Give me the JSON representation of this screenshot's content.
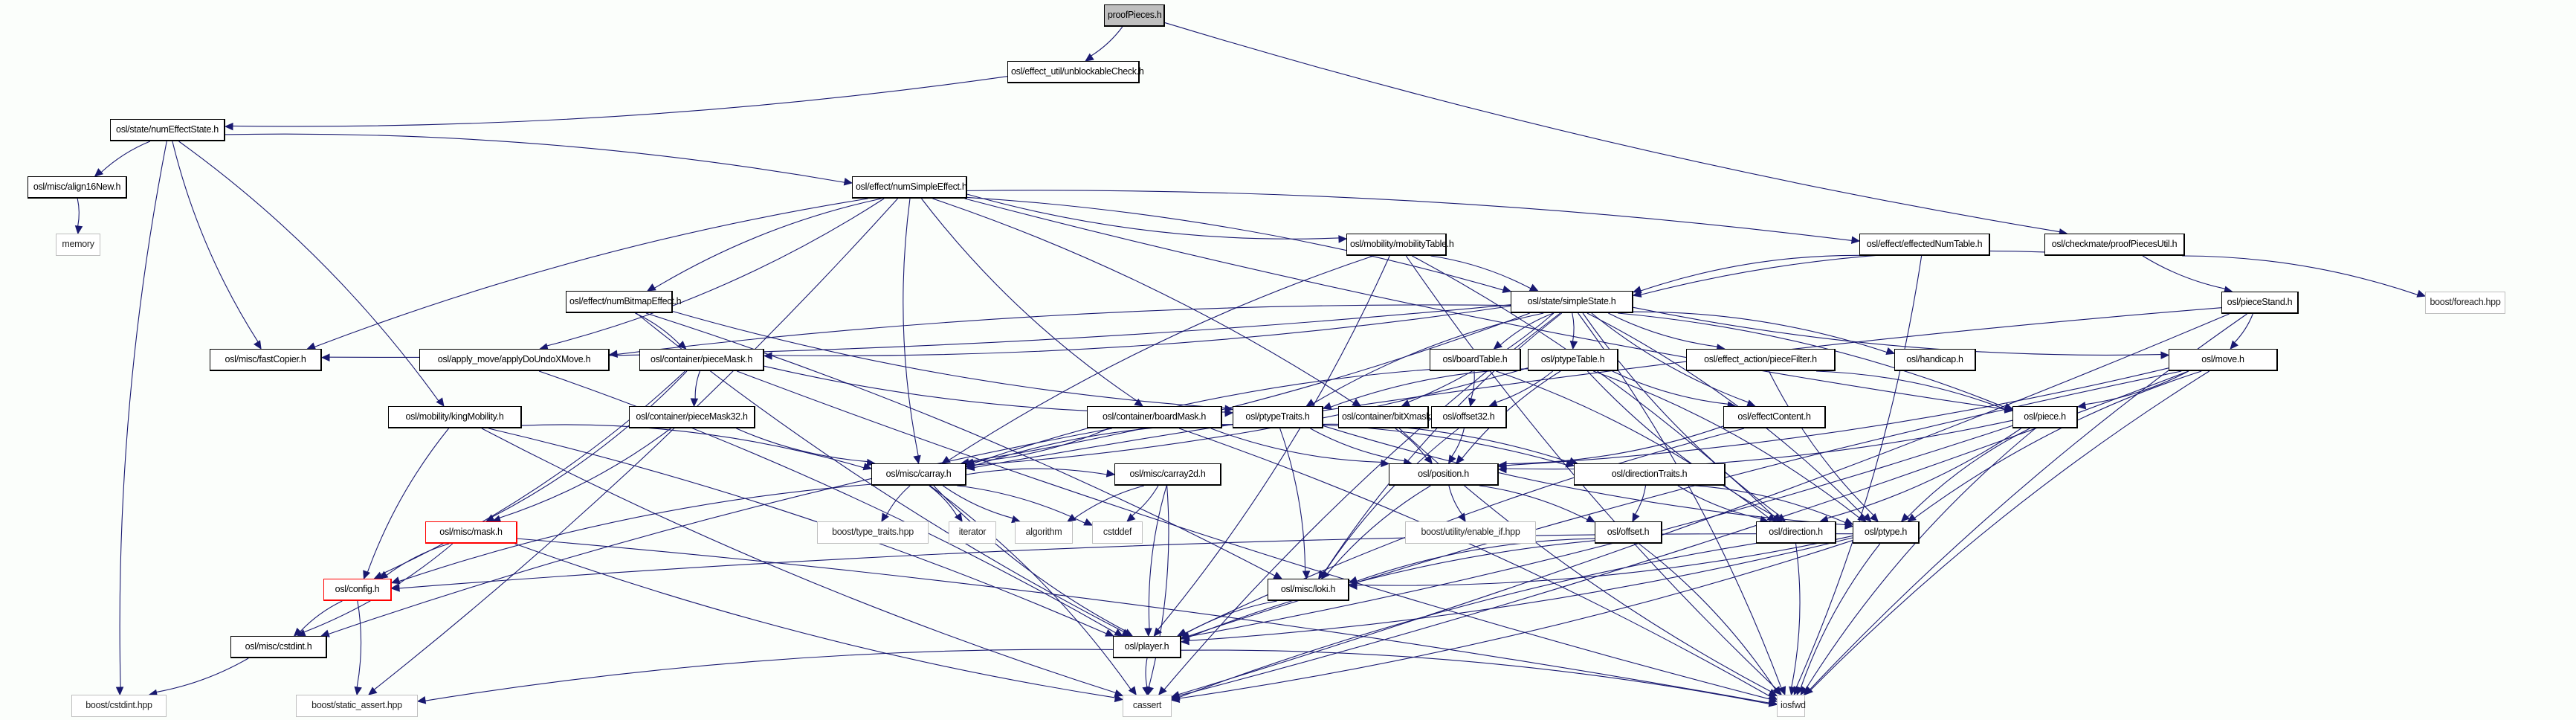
{
  "title": "proofPieces.h include dependency graph",
  "colors": {
    "edge": "#191970",
    "background": "#fbfefb",
    "root_fill": "#bfbfbf",
    "truncated_border": "#ff0000",
    "external_border": "#bfbfbf"
  },
  "nodes": [
    {
      "id": "proofPieces",
      "label": "proofPieces.h",
      "kind": "root"
    },
    {
      "id": "unblockableCheck",
      "label": "osl/effect_util/unblockableCheck.h",
      "kind": "file"
    },
    {
      "id": "numEffectState",
      "label": "osl/state/numEffectState.h",
      "kind": "file"
    },
    {
      "id": "align16New",
      "label": "osl/misc/align16New.h",
      "kind": "file"
    },
    {
      "id": "memory",
      "label": "memory",
      "kind": "external"
    },
    {
      "id": "numSimpleEffect",
      "label": "osl/effect/numSimpleEffect.h",
      "kind": "file"
    },
    {
      "id": "mobilityTable",
      "label": "osl/mobility/mobilityTable.h",
      "kind": "file"
    },
    {
      "id": "effectedNumTable",
      "label": "osl/effect/effectedNumTable.h",
      "kind": "file"
    },
    {
      "id": "proofPiecesUtil",
      "label": "osl/checkmate/proofPiecesUtil.h",
      "kind": "file"
    },
    {
      "id": "foreach",
      "label": "boost/foreach.hpp",
      "kind": "external"
    },
    {
      "id": "numBitmapEffect",
      "label": "osl/effect/numBitmapEffect.h",
      "kind": "file"
    },
    {
      "id": "simpleState",
      "label": "osl/state/simpleState.h",
      "kind": "file"
    },
    {
      "id": "pieceStand",
      "label": "osl/pieceStand.h",
      "kind": "file"
    },
    {
      "id": "fastCopier",
      "label": "osl/misc/fastCopier.h",
      "kind": "file"
    },
    {
      "id": "applyDoUndoXMove",
      "label": "osl/apply_move/applyDoUndoXMove.h",
      "kind": "file"
    },
    {
      "id": "pieceMask",
      "label": "osl/container/pieceMask.h",
      "kind": "file"
    },
    {
      "id": "boardTable",
      "label": "osl/boardTable.h",
      "kind": "file"
    },
    {
      "id": "ptypeTable",
      "label": "osl/ptypeTable.h",
      "kind": "file"
    },
    {
      "id": "pieceFilter",
      "label": "osl/effect_action/pieceFilter.h",
      "kind": "file"
    },
    {
      "id": "handicap",
      "label": "osl/handicap.h",
      "kind": "file"
    },
    {
      "id": "move",
      "label": "osl/move.h",
      "kind": "file"
    },
    {
      "id": "kingMobility",
      "label": "osl/mobility/kingMobility.h",
      "kind": "file"
    },
    {
      "id": "pieceMask32",
      "label": "osl/container/pieceMask32.h",
      "kind": "file"
    },
    {
      "id": "boardMask",
      "label": "osl/container/boardMask.h",
      "kind": "file"
    },
    {
      "id": "ptypeTraits",
      "label": "osl/ptypeTraits.h",
      "kind": "file"
    },
    {
      "id": "bitXmask",
      "label": "osl/container/bitXmask.h",
      "kind": "file"
    },
    {
      "id": "offset32",
      "label": "osl/offset32.h",
      "kind": "file"
    },
    {
      "id": "effectContent",
      "label": "osl/effectContent.h",
      "kind": "file"
    },
    {
      "id": "piece",
      "label": "osl/piece.h",
      "kind": "file"
    },
    {
      "id": "carray",
      "label": "osl/misc/carray.h",
      "kind": "file"
    },
    {
      "id": "carray2d",
      "label": "osl/misc/carray2d.h",
      "kind": "file"
    },
    {
      "id": "position",
      "label": "osl/position.h",
      "kind": "file"
    },
    {
      "id": "directionTraits",
      "label": "osl/directionTraits.h",
      "kind": "file"
    },
    {
      "id": "mask",
      "label": "osl/misc/mask.h",
      "kind": "truncated"
    },
    {
      "id": "type_traits",
      "label": "boost/type_traits.hpp",
      "kind": "external"
    },
    {
      "id": "iterator",
      "label": "iterator",
      "kind": "external"
    },
    {
      "id": "algorithm",
      "label": "algorithm",
      "kind": "external"
    },
    {
      "id": "cstddef",
      "label": "cstddef",
      "kind": "external"
    },
    {
      "id": "enable_if",
      "label": "boost/utility/enable_if.hpp",
      "kind": "external"
    },
    {
      "id": "offset",
      "label": "osl/offset.h",
      "kind": "file"
    },
    {
      "id": "direction",
      "label": "osl/direction.h",
      "kind": "file"
    },
    {
      "id": "ptype",
      "label": "osl/ptype.h",
      "kind": "file"
    },
    {
      "id": "config",
      "label": "osl/config.h",
      "kind": "truncated"
    },
    {
      "id": "loki",
      "label": "osl/misc/loki.h",
      "kind": "file"
    },
    {
      "id": "cstdint",
      "label": "osl/misc/cstdint.h",
      "kind": "file"
    },
    {
      "id": "player",
      "label": "osl/player.h",
      "kind": "file"
    },
    {
      "id": "boost_cstdint",
      "label": "boost/cstdint.hpp",
      "kind": "external"
    },
    {
      "id": "static_assert",
      "label": "boost/static_assert.hpp",
      "kind": "external"
    },
    {
      "id": "cassert",
      "label": "cassert",
      "kind": "external"
    },
    {
      "id": "iosfwd",
      "label": "iosfwd",
      "kind": "external"
    }
  ],
  "edges": [
    [
      "proofPieces",
      "unblockableCheck"
    ],
    [
      "proofPieces",
      "proofPiecesUtil"
    ],
    [
      "unblockableCheck",
      "numEffectState"
    ],
    [
      "numEffectState",
      "align16New"
    ],
    [
      "numEffectState",
      "numSimpleEffect"
    ],
    [
      "numEffectState",
      "fastCopier"
    ],
    [
      "numEffectState",
      "kingMobility"
    ],
    [
      "numEffectState",
      "boost_cstdint"
    ],
    [
      "align16New",
      "memory"
    ],
    [
      "numSimpleEffect",
      "mobilityTable"
    ],
    [
      "numSimpleEffect",
      "effectedNumTable"
    ],
    [
      "numSimpleEffect",
      "numBitmapEffect"
    ],
    [
      "numSimpleEffect",
      "simpleState"
    ],
    [
      "numSimpleEffect",
      "fastCopier"
    ],
    [
      "numSimpleEffect",
      "applyDoUndoXMove"
    ],
    [
      "numSimpleEffect",
      "boardMask"
    ],
    [
      "numSimpleEffect",
      "bitXmask"
    ],
    [
      "numSimpleEffect",
      "carray"
    ],
    [
      "numSimpleEffect",
      "static_assert"
    ],
    [
      "numSimpleEffect",
      "piece"
    ],
    [
      "mobilityTable",
      "simpleState"
    ],
    [
      "mobilityTable",
      "carray"
    ],
    [
      "mobilityTable",
      "direction"
    ],
    [
      "mobilityTable",
      "iosfwd"
    ],
    [
      "mobilityTable",
      "player"
    ],
    [
      "effectedNumTable",
      "simpleState"
    ],
    [
      "effectedNumTable",
      "iosfwd"
    ],
    [
      "proofPiecesUtil",
      "pieceStand"
    ],
    [
      "proofPiecesUtil",
      "foreach"
    ],
    [
      "proofPiecesUtil",
      "simpleState"
    ],
    [
      "numBitmapEffect",
      "pieceMask"
    ],
    [
      "numBitmapEffect",
      "ptypeTraits"
    ],
    [
      "numBitmapEffect",
      "loki"
    ],
    [
      "numBitmapEffect",
      "player"
    ],
    [
      "simpleState",
      "fastCopier"
    ],
    [
      "simpleState",
      "applyDoUndoXMove"
    ],
    [
      "simpleState",
      "pieceMask"
    ],
    [
      "simpleState",
      "boardTable"
    ],
    [
      "simpleState",
      "ptypeTable"
    ],
    [
      "simpleState",
      "pieceFilter"
    ],
    [
      "simpleState",
      "handicap"
    ],
    [
      "simpleState",
      "move"
    ],
    [
      "simpleState",
      "piece"
    ],
    [
      "simpleState",
      "effectContent"
    ],
    [
      "simpleState",
      "bitXmask"
    ],
    [
      "simpleState",
      "ptypeTraits"
    ],
    [
      "simpleState",
      "carray"
    ],
    [
      "simpleState",
      "loki"
    ],
    [
      "simpleState",
      "iosfwd"
    ],
    [
      "simpleState",
      "cassert"
    ],
    [
      "simpleState",
      "ptype"
    ],
    [
      "simpleState",
      "direction"
    ],
    [
      "pieceStand",
      "move"
    ],
    [
      "pieceStand",
      "iosfwd"
    ],
    [
      "pieceStand",
      "cassert"
    ],
    [
      "pieceStand",
      "carray"
    ],
    [
      "applyDoUndoXMove",
      "player"
    ],
    [
      "pieceMask",
      "pieceMask32"
    ],
    [
      "pieceMask",
      "config"
    ],
    [
      "pieceMask",
      "ptypeTraits"
    ],
    [
      "pieceMask",
      "mask"
    ],
    [
      "pieceMask",
      "iosfwd"
    ],
    [
      "boardTable",
      "offset32"
    ],
    [
      "boardTable",
      "carray"
    ],
    [
      "boardTable",
      "direction"
    ],
    [
      "ptypeTable",
      "ptypeTraits"
    ],
    [
      "ptypeTable",
      "offset32"
    ],
    [
      "ptypeTable",
      "effectContent"
    ],
    [
      "ptypeTable",
      "carray"
    ],
    [
      "ptypeTable",
      "position"
    ],
    [
      "ptypeTable",
      "ptype"
    ],
    [
      "ptypeTable",
      "direction"
    ],
    [
      "pieceFilter",
      "piece"
    ],
    [
      "pieceFilter",
      "ptype"
    ],
    [
      "move",
      "piece"
    ],
    [
      "move",
      "ptype"
    ],
    [
      "move",
      "cassert"
    ],
    [
      "move",
      "iosfwd"
    ],
    [
      "move",
      "position"
    ],
    [
      "move",
      "player"
    ],
    [
      "kingMobility",
      "carray"
    ],
    [
      "kingMobility",
      "config"
    ],
    [
      "kingMobility",
      "player"
    ],
    [
      "kingMobility",
      "cassert"
    ],
    [
      "pieceMask32",
      "mask"
    ],
    [
      "pieceMask32",
      "carray"
    ],
    [
      "boardMask",
      "carray"
    ],
    [
      "boardMask",
      "position"
    ],
    [
      "boardMask",
      "directionTraits"
    ],
    [
      "boardMask",
      "cstdint"
    ],
    [
      "boardMask",
      "iosfwd"
    ],
    [
      "ptypeTraits",
      "position"
    ],
    [
      "ptypeTraits",
      "loki"
    ],
    [
      "ptypeTraits",
      "ptype"
    ],
    [
      "ptypeTraits",
      "directionTraits"
    ],
    [
      "ptypeTraits",
      "carray"
    ],
    [
      "bitXmask",
      "position"
    ],
    [
      "bitXmask",
      "iosfwd"
    ],
    [
      "offset32",
      "position"
    ],
    [
      "offset32",
      "loki"
    ],
    [
      "effectContent",
      "position"
    ],
    [
      "effectContent",
      "player"
    ],
    [
      "piece",
      "position"
    ],
    [
      "piece",
      "ptype"
    ],
    [
      "piece",
      "player"
    ],
    [
      "piece",
      "iosfwd"
    ],
    [
      "piece",
      "direction"
    ],
    [
      "carray",
      "type_traits"
    ],
    [
      "carray",
      "iterator"
    ],
    [
      "carray",
      "algorithm"
    ],
    [
      "carray",
      "cstddef"
    ],
    [
      "carray",
      "player"
    ],
    [
      "carray",
      "cassert"
    ],
    [
      "carray",
      "config"
    ],
    [
      "carray",
      "carray2d"
    ],
    [
      "carray2d",
      "algorithm"
    ],
    [
      "carray2d",
      "cstddef"
    ],
    [
      "carray2d",
      "player"
    ],
    [
      "carray2d",
      "cassert"
    ],
    [
      "position",
      "enable_if"
    ],
    [
      "position",
      "offset"
    ],
    [
      "position",
      "loki"
    ],
    [
      "directionTraits",
      "offset"
    ],
    [
      "directionTraits",
      "direction"
    ],
    [
      "directionTraits",
      "ptype"
    ],
    [
      "mask",
      "config"
    ],
    [
      "mask",
      "cstdint"
    ],
    [
      "mask",
      "cassert"
    ],
    [
      "mask",
      "iosfwd"
    ],
    [
      "offset",
      "player"
    ],
    [
      "offset",
      "iosfwd"
    ],
    [
      "offset",
      "loki"
    ],
    [
      "direction",
      "iosfwd"
    ],
    [
      "direction",
      "cassert"
    ],
    [
      "ptype",
      "player"
    ],
    [
      "ptype",
      "iosfwd"
    ],
    [
      "ptype",
      "cassert"
    ],
    [
      "ptype",
      "config"
    ],
    [
      "ptype",
      "loki"
    ],
    [
      "config",
      "cstdint"
    ],
    [
      "config",
      "static_assert"
    ],
    [
      "loki",
      "player"
    ],
    [
      "cstdint",
      "boost_cstdint"
    ],
    [
      "player",
      "cassert"
    ],
    [
      "player",
      "iosfwd"
    ],
    [
      "player",
      "static_assert"
    ]
  ]
}
